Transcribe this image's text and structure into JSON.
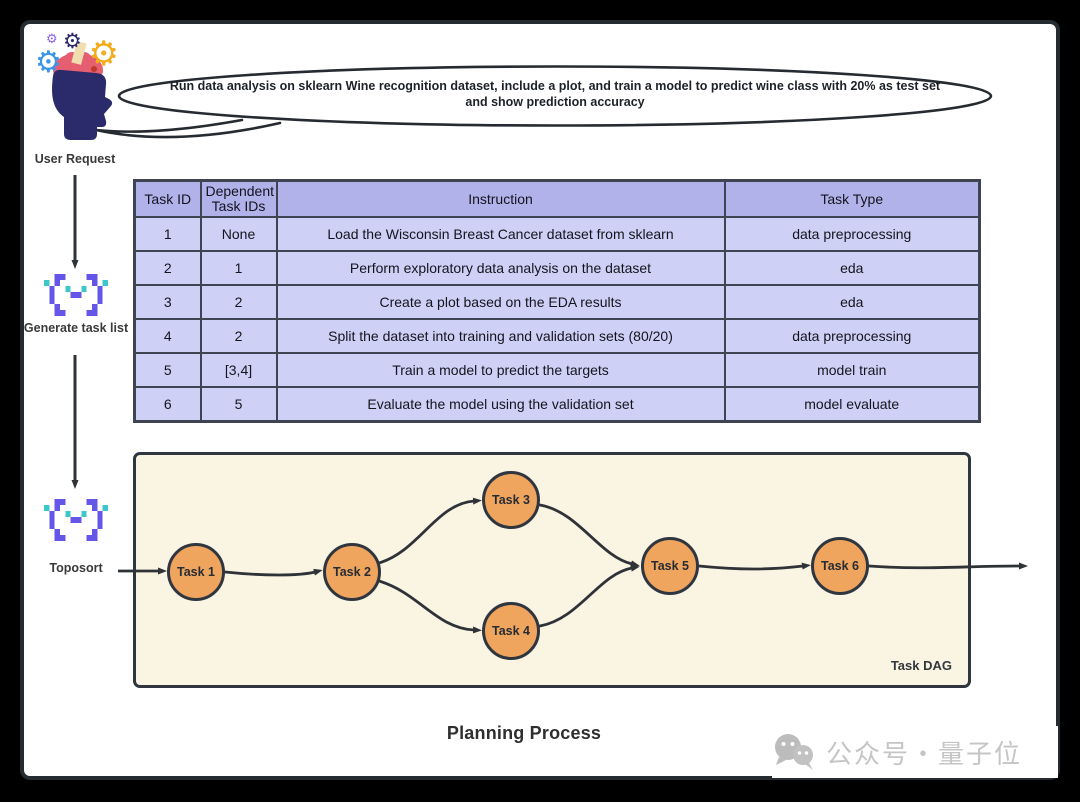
{
  "user_request": {
    "label": "User Request",
    "bubble_line1": "Run data analysis on sklearn Wine recognition dataset, include a plot, and train a model to predict wine class with 20% as test set",
    "bubble_line2": "and show prediction accuracy"
  },
  "steps": {
    "generate_label": "Generate task list",
    "toposort_label": "Toposort"
  },
  "task_table": {
    "headers": [
      "Task ID",
      "Dependent Task IDs",
      "Instruction",
      "Task Type"
    ],
    "rows": [
      [
        "1",
        "None",
        "Load the Wisconsin Breast Cancer dataset from sklearn",
        "data preprocessing"
      ],
      [
        "2",
        "1",
        "Perform exploratory data analysis on the dataset",
        "eda"
      ],
      [
        "3",
        "2",
        "Create a plot based on the EDA results",
        "eda"
      ],
      [
        "4",
        "2",
        "Split the dataset into training and validation sets (80/20)",
        "data preprocessing"
      ],
      [
        "5",
        "[3,4]",
        "Train a model to predict the targets",
        "model train"
      ],
      [
        "6",
        "5",
        "Evaluate the model using the validation set",
        "model evaluate"
      ]
    ]
  },
  "dag": {
    "box_label": "Task DAG",
    "nodes": [
      "Task 1",
      "Task 2",
      "Task 3",
      "Task 4",
      "Task 5",
      "Task 6"
    ],
    "edges": [
      "1→2",
      "2→3",
      "2→4",
      "3→5",
      "4→5",
      "5→6"
    ]
  },
  "title": "Planning Process",
  "watermark": {
    "text": "公众号・量子位"
  },
  "colors": {
    "table_header": "#b1b2ea",
    "table_row": "#cfd0f6",
    "table_border": "#3f4453",
    "dag_box_bg": "#faf4e3",
    "node_fill": "#f0a55e",
    "outline_dark": "#2f3640",
    "logo_purple": "#6456e7",
    "logo_teal": "#3cc8ca",
    "head_navy": "#2b2a6b",
    "brain_pink": "#e55f70",
    "gear_blue": "#3a96e8",
    "gear_yellow": "#f2ad1d",
    "gear_purple": "#8a63e8",
    "watermark_gray": "#c5c5c5"
  }
}
